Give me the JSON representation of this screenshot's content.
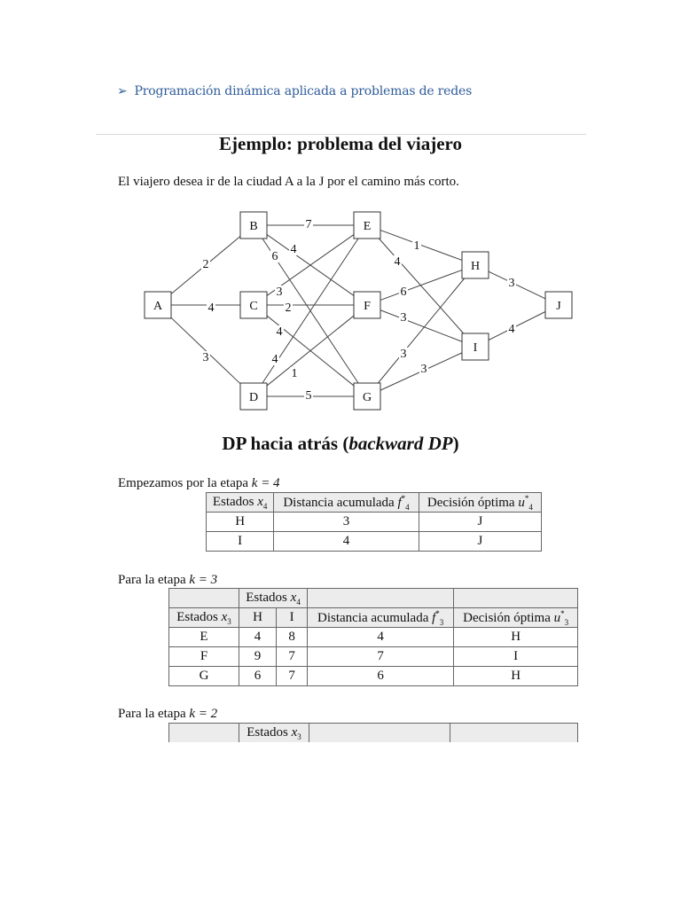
{
  "header": {
    "bullet_icon": "arrow-bullet-icon",
    "section_title": "Programación dinámica aplicada a problemas de redes",
    "color": "#2f5d9a"
  },
  "example": {
    "title": "Ejemplo: problema del viajero",
    "intro": "El viajero desea ir de la ciudad A a la J por el camino más corto."
  },
  "graph": {
    "nodes": [
      "A",
      "B",
      "C",
      "D",
      "E",
      "F",
      "G",
      "H",
      "I",
      "J"
    ],
    "edges": [
      {
        "from": "A",
        "to": "B",
        "w": "2"
      },
      {
        "from": "A",
        "to": "C",
        "w": "4"
      },
      {
        "from": "A",
        "to": "D",
        "w": "3"
      },
      {
        "from": "B",
        "to": "E",
        "w": "7"
      },
      {
        "from": "B",
        "to": "F",
        "w": "4"
      },
      {
        "from": "B",
        "to": "G",
        "w": "6"
      },
      {
        "from": "C",
        "to": "E",
        "w": "3"
      },
      {
        "from": "C",
        "to": "F",
        "w": "2"
      },
      {
        "from": "C",
        "to": "G",
        "w": "4"
      },
      {
        "from": "D",
        "to": "E",
        "w": "4"
      },
      {
        "from": "D",
        "to": "F",
        "w": "1"
      },
      {
        "from": "D",
        "to": "G",
        "w": "5"
      },
      {
        "from": "E",
        "to": "H",
        "w": "1"
      },
      {
        "from": "E",
        "to": "I",
        "w": "4"
      },
      {
        "from": "F",
        "to": "H",
        "w": "6"
      },
      {
        "from": "F",
        "to": "I",
        "w": "3"
      },
      {
        "from": "G",
        "to": "H",
        "w": "3"
      },
      {
        "from": "G",
        "to": "I",
        "w": "3"
      },
      {
        "from": "H",
        "to": "J",
        "w": "3"
      },
      {
        "from": "I",
        "to": "J",
        "w": "4"
      }
    ]
  },
  "dp": {
    "title_main": "DP hacia atrás (",
    "title_italic": "backward DP",
    "title_end": ")",
    "stage4": {
      "label": "Empezamos por la etapa",
      "k": "k = 4",
      "headers": [
        "Estados",
        "Distancia acumulada",
        "Decisión óptima"
      ],
      "vars": [
        "x",
        "f",
        "u"
      ],
      "sub": "4",
      "rows": [
        [
          "H",
          "3",
          "J"
        ],
        [
          "I",
          "4",
          "J"
        ]
      ]
    },
    "stage3": {
      "label": "Para la etapa",
      "k": "k = 3",
      "group_header": "Estados",
      "group_var": "x",
      "group_sub": "4",
      "headers": [
        "Estados",
        "H",
        "I",
        "Distancia acumulada",
        "Decisión óptima"
      ],
      "vars": [
        "x",
        "f",
        "u"
      ],
      "sub": "3",
      "rows": [
        [
          "E",
          "4",
          "8",
          "4",
          "H"
        ],
        [
          "F",
          "9",
          "7",
          "7",
          "I"
        ],
        [
          "G",
          "6",
          "7",
          "6",
          "H"
        ]
      ]
    },
    "stage2": {
      "label": "Para la etapa",
      "k": "k = 2",
      "group_header": "Estados",
      "group_var": "x",
      "group_sub": "3"
    }
  }
}
